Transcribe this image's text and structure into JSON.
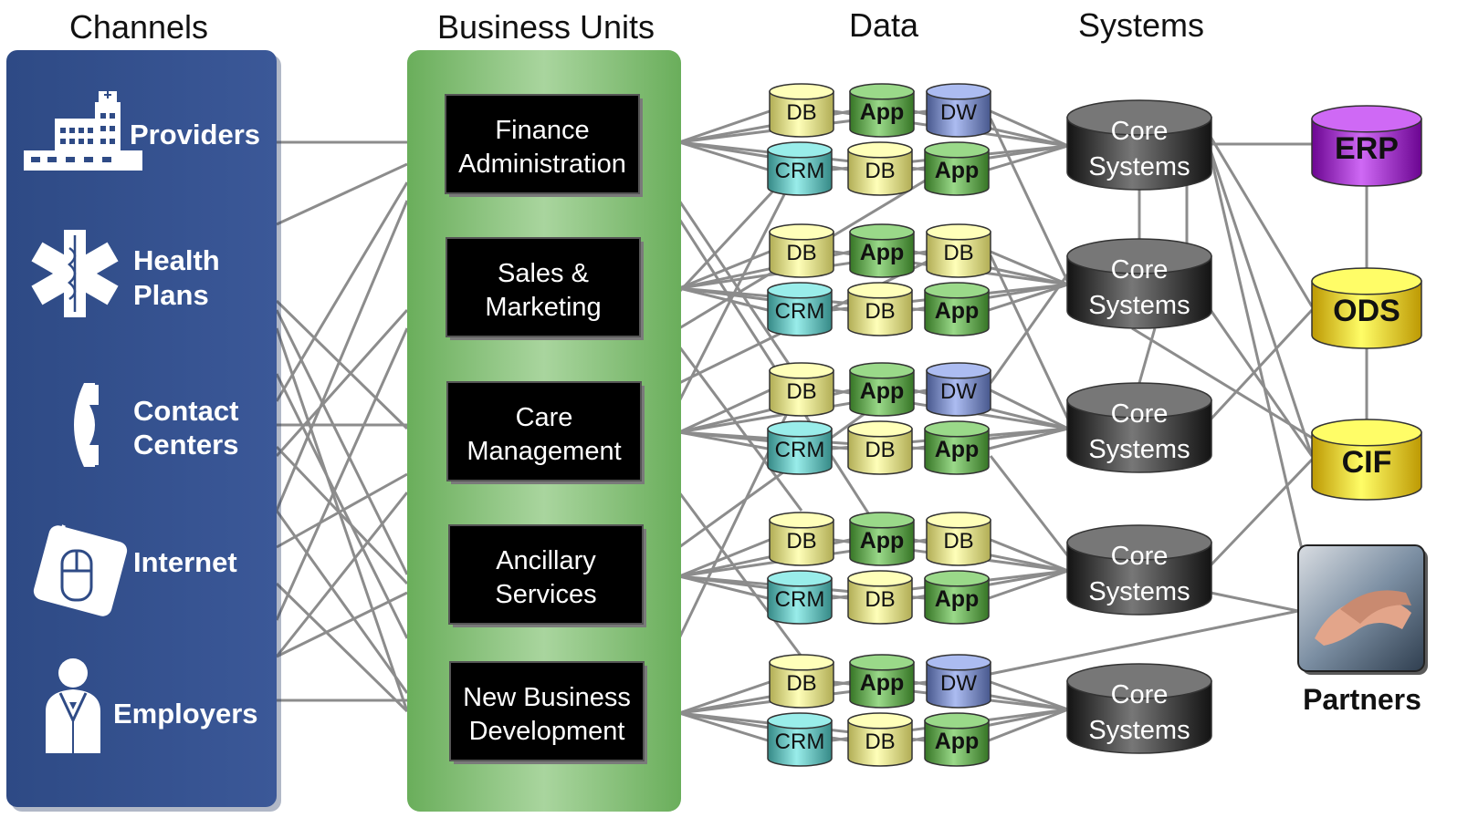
{
  "headers": {
    "channels": "Channels",
    "business_units": "Business Units",
    "data": "Data",
    "systems": "Systems"
  },
  "channels": [
    {
      "line1": "Providers",
      "line2": "",
      "icon": "hospital-building-icon"
    },
    {
      "line1": "Health",
      "line2": "Plans",
      "icon": "star-of-life-icon"
    },
    {
      "line1": "Contact",
      "line2": "Centers",
      "icon": "telephone-handset-icon"
    },
    {
      "line1": "Internet",
      "line2": "",
      "icon": "computer-mouse-icon"
    },
    {
      "line1": "Employers",
      "line2": "",
      "icon": "person-in-lab-coat-icon"
    }
  ],
  "business_units": [
    {
      "line1": "Finance",
      "line2": "Administration"
    },
    {
      "line1": "Sales &",
      "line2": "Marketing"
    },
    {
      "line1": "Care",
      "line2": "Management"
    },
    {
      "line1": "Ancillary",
      "line2": "Services"
    },
    {
      "line1": "New Business",
      "line2": "Development"
    }
  ],
  "data_groups": [
    {
      "top": [
        "DB",
        "App",
        "DW"
      ],
      "bottom": [
        "CRM",
        "DB",
        "App"
      ]
    },
    {
      "top": [
        "DB",
        "App",
        "DB"
      ],
      "bottom": [
        "CRM",
        "DB",
        "App"
      ]
    },
    {
      "top": [
        "DB",
        "App",
        "DW"
      ],
      "bottom": [
        "CRM",
        "DB",
        "App"
      ]
    },
    {
      "top": [
        "DB",
        "App",
        "DB"
      ],
      "bottom": [
        "CRM",
        "DB",
        "App"
      ]
    },
    {
      "top": [
        "DB",
        "App",
        "DW"
      ],
      "bottom": [
        "CRM",
        "DB",
        "App"
      ]
    }
  ],
  "core_systems": [
    {
      "line1": "Core",
      "line2": "Systems"
    },
    {
      "line1": "Core",
      "line2": "Systems"
    },
    {
      "line1": "Core",
      "line2": "Systems"
    },
    {
      "line1": "Core",
      "line2": "Systems"
    },
    {
      "line1": "Core",
      "line2": "Systems"
    }
  ],
  "enterprise": {
    "erp": "ERP",
    "ods": "ODS",
    "cif": "CIF"
  },
  "partners": {
    "label": "Partners",
    "icon": "handshake-photo-icon"
  },
  "colors": {
    "channel_panel": "#2f4b86",
    "business_panel": "#8cc47e",
    "db": "#e8e48c",
    "app": "#6dac5c",
    "dw": "#7f8fc4",
    "crm": "#6cc0bd",
    "core": "#4a4a4a",
    "erp": "#a23cc8",
    "ods": "#f4d03a",
    "connector": "#8c8c8c"
  }
}
